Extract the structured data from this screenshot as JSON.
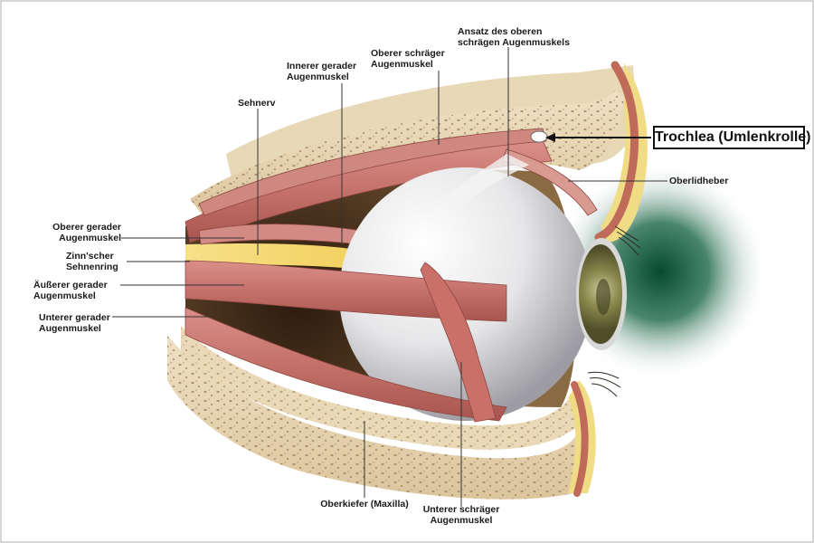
{
  "labels": {
    "sehnerv": "Sehnerv",
    "innerer_gerader": [
      "Innerer gerader",
      "Augenmuskel"
    ],
    "oberer_schraeger": [
      "Oberer schräger",
      "Augenmuskel"
    ],
    "ansatz_oberer_schraeger": [
      "Ansatz des oberen",
      "schrägen Augenmuskels"
    ],
    "trochlea": "Trochlea (Umlenkrolle)",
    "oberlidheber": "Oberlidheber",
    "oberer_gerader": [
      "Oberer gerader",
      "Augenmuskel"
    ],
    "zinnscher_sehnenring": [
      "Zinn'scher",
      "Sehnenring"
    ],
    "aeusserer_gerader": [
      "Äußerer gerader",
      "Augenmuskel"
    ],
    "unterer_gerader": [
      "Unterer gerader",
      "Augenmuskel"
    ],
    "oberkiefer": "Oberkiefer (Maxilla)",
    "unterer_schraeger": [
      "Unterer schräger",
      "Augenmuskel"
    ]
  },
  "colors": {
    "muscle": "#c97a72",
    "muscle_dark": "#a8554f",
    "bone": "#e8d6b3",
    "bone_dots": "#9c8466",
    "fat": "#f6dc7a",
    "orbit_dark": "#4a3320",
    "sclera": "#e9e9ea",
    "iris": "#7c7a45",
    "eyelid": "#efd97a",
    "glow": "#0a5a3a"
  }
}
